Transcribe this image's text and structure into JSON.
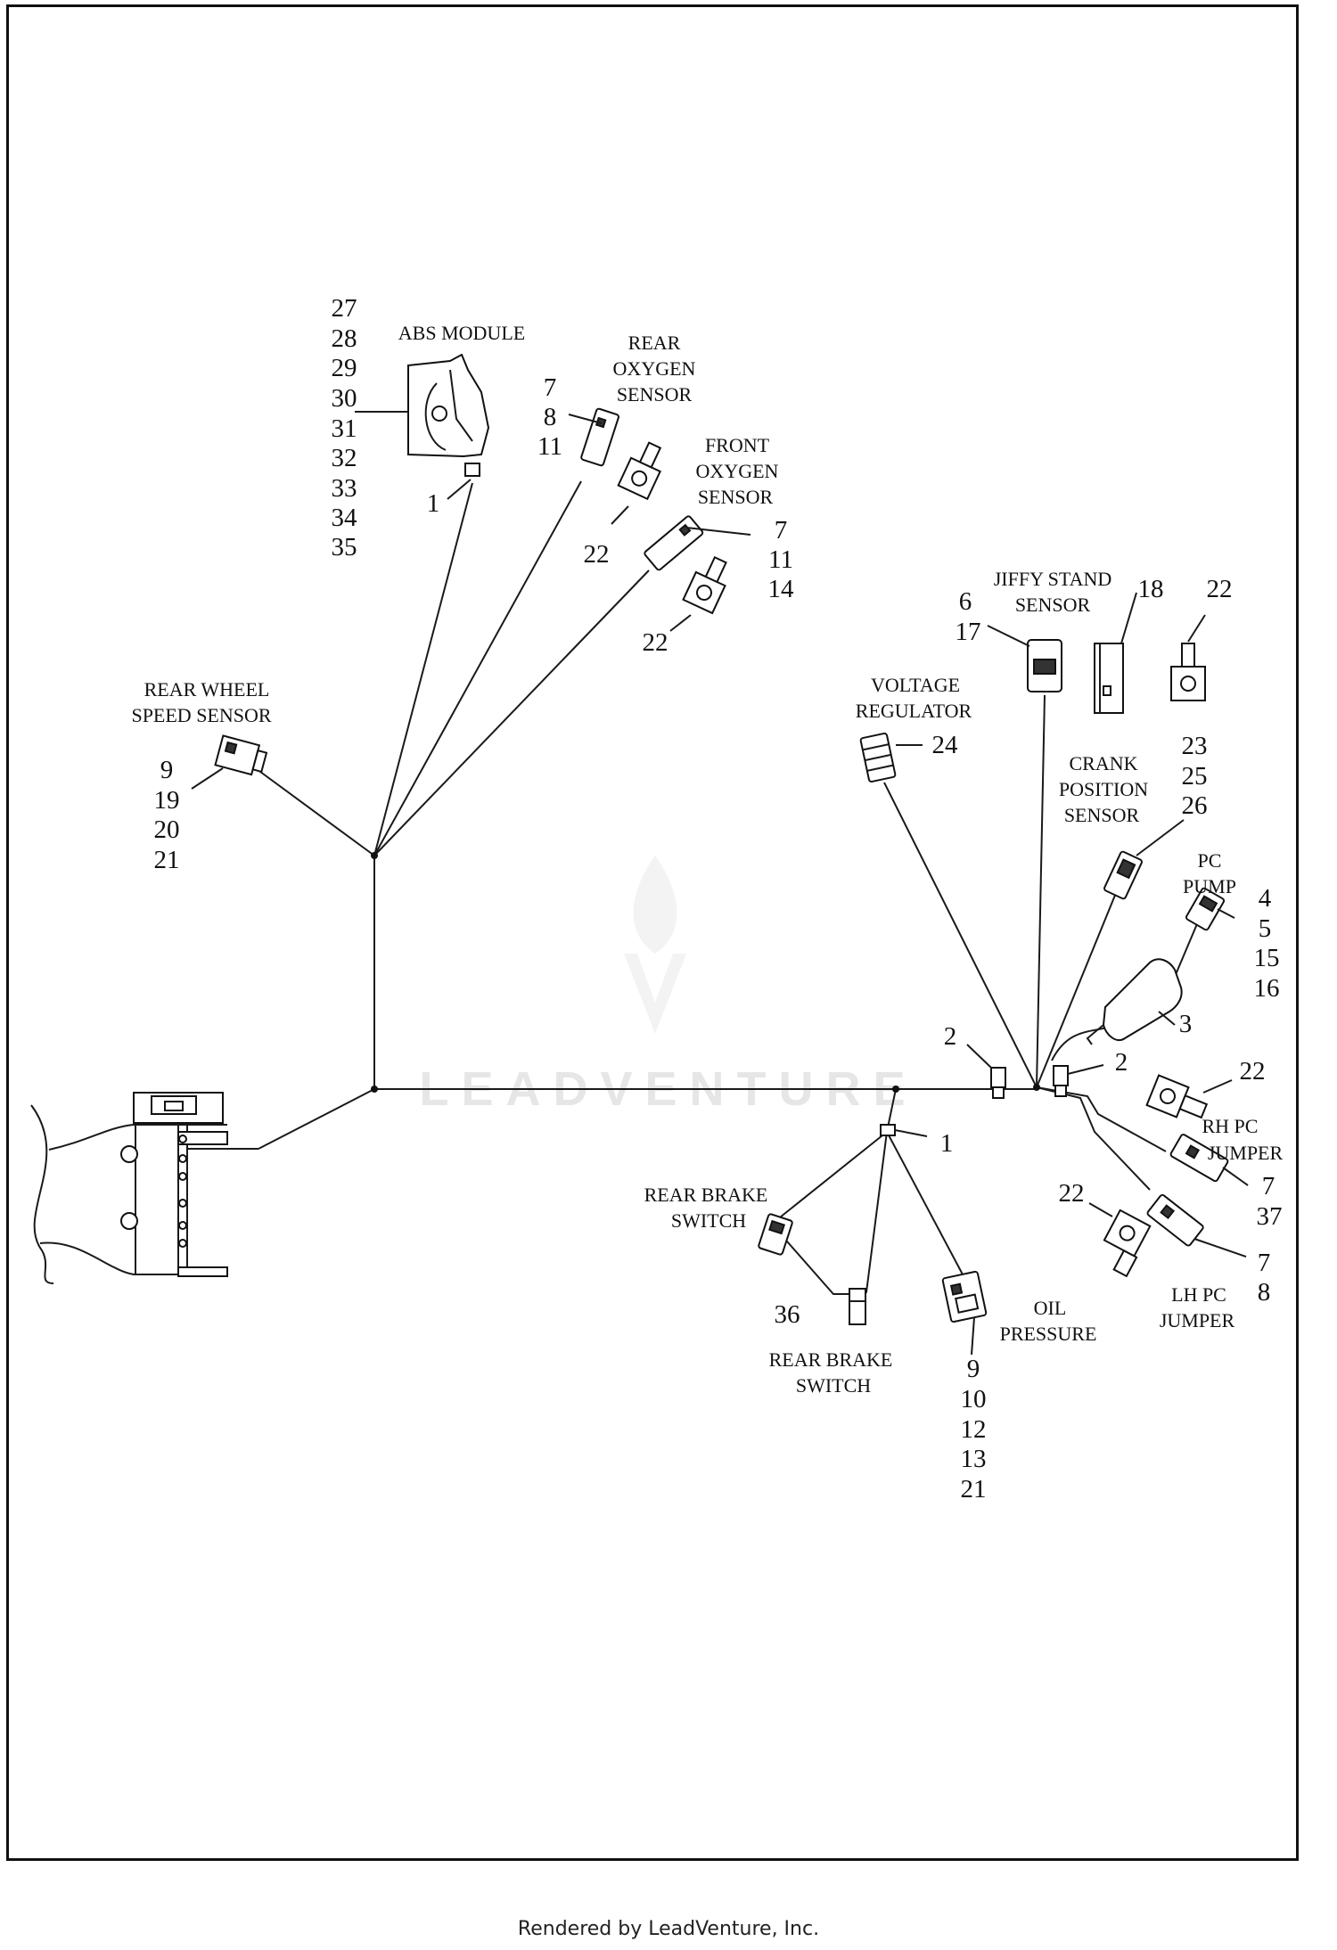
{
  "watermark": {
    "text": "LEADVENTURE"
  },
  "footer": {
    "text": "Rendered by LeadVenture, Inc."
  },
  "labels": {
    "abs_module": [
      "ABS MODULE"
    ],
    "rear_oxygen": [
      "REAR",
      "OXYGEN",
      "SENSOR"
    ],
    "front_oxygen": [
      "FRONT",
      "OXYGEN",
      "SENSOR"
    ],
    "rear_wheel_speed": [
      "REAR WHEEL",
      "SPEED SENSOR"
    ],
    "jiffy_stand": [
      "JIFFY STAND",
      "SENSOR"
    ],
    "voltage_regulator": [
      "VOLTAGE",
      "REGULATOR"
    ],
    "crank_position": [
      "CRANK",
      "POSITION",
      "SENSOR"
    ],
    "pc_pump": [
      "PC",
      "PUMP"
    ],
    "rh_pc_jumper": [
      "RH PC",
      "JUMPER"
    ],
    "lh_pc_jumper": [
      "LH PC",
      "JUMPER"
    ],
    "rear_brake_switch_a": [
      "REAR BRAKE",
      "SWITCH"
    ],
    "rear_brake_switch_b": [
      "REAR BRAKE",
      "SWITCH"
    ],
    "oil_pressure": [
      "OIL",
      "PRESSURE"
    ]
  },
  "callouts": {
    "abs_stack": [
      "27",
      "28",
      "29",
      "30",
      "31",
      "32",
      "33",
      "34",
      "35"
    ],
    "abs_clip": [
      "1"
    ],
    "rear_o2": [
      "7",
      "8",
      "11"
    ],
    "rear_o2_clip": [
      "22"
    ],
    "front_o2": [
      "7",
      "11",
      "14"
    ],
    "front_o2_clip": [
      "22"
    ],
    "rear_wheel": [
      "9",
      "19",
      "20",
      "21"
    ],
    "jiffy": [
      "6",
      "17"
    ],
    "jiffy_plug": [
      "18"
    ],
    "jiffy_clip": [
      "22"
    ],
    "voltage": [
      "24"
    ],
    "crank": [
      "23",
      "25",
      "26"
    ],
    "pump": [
      "4",
      "5",
      "15",
      "16"
    ],
    "pump_body": [
      "3"
    ],
    "mount_left": [
      "2"
    ],
    "mount_right": [
      "2"
    ],
    "rh_clip": [
      "22"
    ],
    "rh_jumper": [
      "7",
      "37"
    ],
    "lh_clip": [
      "22"
    ],
    "lh_jumper": [
      "7",
      "8"
    ],
    "brake_clip": [
      "1"
    ],
    "brake_b": [
      "36"
    ],
    "oil": [
      "9",
      "10",
      "12",
      "13",
      "21"
    ]
  }
}
